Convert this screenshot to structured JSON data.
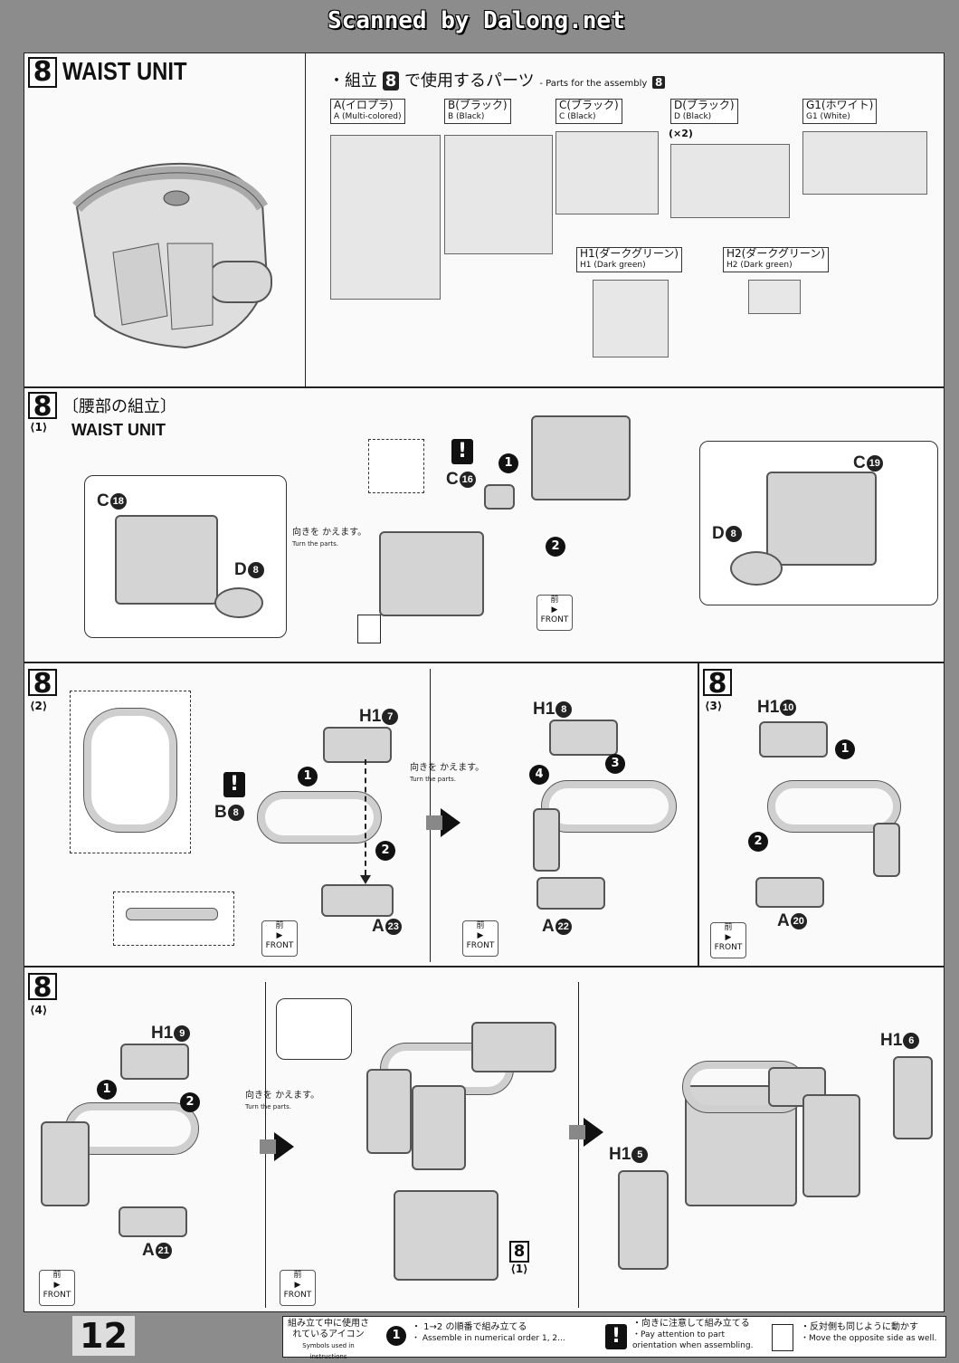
{
  "header": {
    "scan_credit": "Scanned by Dalong.net"
  },
  "section": {
    "number": "8",
    "title": "WAIST UNIT"
  },
  "parts": {
    "heading_jp": "・組立",
    "heading_num": "8",
    "heading_jp2": "で使用するパーツ",
    "heading_en": "- Parts for the assembly",
    "heading_en_num": "8",
    "runners": [
      {
        "jp": "A(イロプラ)",
        "en": "A (Multi-colored)"
      },
      {
        "jp": "B(ブラック)",
        "en": "B (Black)"
      },
      {
        "jp": "C(ブラック)",
        "en": "C (Black)"
      },
      {
        "jp": "D(ブラック)",
        "en": "D (Black)"
      },
      {
        "jp": "G1(ホワイト)",
        "en": "G1 (White)"
      },
      {
        "jp": "H1(ダークグリーン)",
        "en": "H1 (Dark green)"
      },
      {
        "jp": "H2(ダークグリーン)",
        "en": "H2 (Dark green)"
      }
    ],
    "d_multiplier": "(×2)"
  },
  "step1": {
    "num": "8",
    "sub": "⟨1⟩",
    "title_jp": "〔腰部の組立〕",
    "title_en": "WAIST UNIT",
    "labels": {
      "c18": "C",
      "c18n": "18",
      "d8a": "D",
      "d8an": "8",
      "c16": "C",
      "c16n": "16",
      "c19": "C",
      "c19n": "19",
      "d8b": "D",
      "d8bn": "8"
    },
    "turn_jp": "向きを\nかえます。",
    "turn_en": "Turn the parts."
  },
  "step2": {
    "num": "8",
    "sub": "⟨2⟩",
    "labels": {
      "h17": "H1",
      "h17n": "7",
      "b8": "B",
      "b8n": "8",
      "a23": "A",
      "a23n": "23",
      "h18": "H1",
      "h18n": "8",
      "a22": "A",
      "a22n": "22"
    }
  },
  "step3": {
    "num": "8",
    "sub": "⟨3⟩",
    "labels": {
      "h110": "H1",
      "h110n": "10",
      "a20": "A",
      "a20n": "20"
    }
  },
  "step4": {
    "num": "8",
    "sub": "⟨4⟩",
    "labels": {
      "h19": "H1",
      "h19n": "9",
      "a21": "A",
      "a21n": "21",
      "h16": "H1",
      "h16n": "6",
      "h15": "H1",
      "h15n": "5",
      "ref": "8",
      "refsub": "⟨1⟩"
    }
  },
  "common": {
    "front_jp": "前",
    "front_en": "FRONT",
    "turn_jp": "向きを かえます。",
    "turn_en": "Turn the parts."
  },
  "footer": {
    "page": "12",
    "icons_jp": "組み立て中に使用されているアイコン",
    "icons_en": "Symbols used in instructions",
    "order_jp": "・ 1→2 の順番で組み立てる",
    "order_en": "・ Assemble in numerical order 1, 2...",
    "attn_jp": "・向きに注意して組み立てる",
    "attn_en": "・Pay attention to part orientation when assembling.",
    "mirror_jp": "・反対側も同じように動かす",
    "mirror_en": "・Move the opposite side as well."
  }
}
